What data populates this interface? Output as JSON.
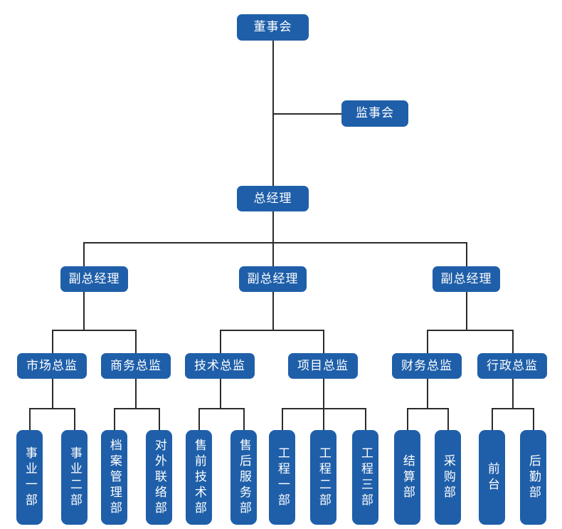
{
  "chart": {
    "type": "org-chart",
    "title": "",
    "accent_color": "#1f5fa9",
    "line_color": "#2b2b2b",
    "background_color": "#ffffff",
    "orientation": "top-down"
  },
  "nodes": {
    "board": {
      "label": "董事会",
      "level": 0
    },
    "supervisors": {
      "label": "监事会",
      "level": 1
    },
    "gm": {
      "label": "总经理",
      "level": 2
    },
    "dgm1": {
      "label": "副总经理",
      "level": 3
    },
    "dgm2": {
      "label": "副总经理",
      "level": 3
    },
    "dgm3": {
      "label": "副总经理",
      "level": 3
    },
    "dir_market": {
      "label": "市场总监",
      "level": 4
    },
    "dir_business": {
      "label": "商务总监",
      "level": 4
    },
    "dir_tech": {
      "label": "技术总监",
      "level": 4
    },
    "dir_project": {
      "label": "项目总监",
      "level": 4
    },
    "dir_finance": {
      "label": "财务总监",
      "level": 4
    },
    "dir_admin": {
      "label": "行政总监",
      "level": 4
    },
    "dept_biz1": {
      "label": "事业一部",
      "level": 5
    },
    "dept_biz2": {
      "label": "事业二部",
      "level": 5
    },
    "dept_archive": {
      "label": "档案管理部",
      "level": 5
    },
    "dept_liaison": {
      "label": "对外联络部",
      "level": 5
    },
    "dept_presales": {
      "label": "售前技术部",
      "level": 5
    },
    "dept_aftersales": {
      "label": "售后服务部",
      "level": 5
    },
    "dept_eng1": {
      "label": "工程一部",
      "level": 5
    },
    "dept_eng2": {
      "label": "工程二部",
      "level": 5
    },
    "dept_eng3": {
      "label": "工程三部",
      "level": 5
    },
    "dept_settlement": {
      "label": "结算部",
      "level": 5
    },
    "dept_purchase": {
      "label": "采购部",
      "level": 5
    },
    "dept_frontdesk": {
      "label": "前台",
      "level": 5
    },
    "dept_logistics": {
      "label": "后勤部",
      "level": 5
    }
  },
  "edges": [
    {
      "from": "board",
      "to": "supervisors"
    },
    {
      "from": "board",
      "to": "gm"
    },
    {
      "from": "gm",
      "to": "dgm1"
    },
    {
      "from": "gm",
      "to": "dgm2"
    },
    {
      "from": "gm",
      "to": "dgm3"
    },
    {
      "from": "dgm1",
      "to": "dir_market"
    },
    {
      "from": "dgm1",
      "to": "dir_business"
    },
    {
      "from": "dgm2",
      "to": "dir_tech"
    },
    {
      "from": "dgm2",
      "to": "dir_project"
    },
    {
      "from": "dgm3",
      "to": "dir_finance"
    },
    {
      "from": "dgm3",
      "to": "dir_admin"
    },
    {
      "from": "dir_market",
      "to": "dept_biz1"
    },
    {
      "from": "dir_market",
      "to": "dept_biz2"
    },
    {
      "from": "dir_business",
      "to": "dept_archive"
    },
    {
      "from": "dir_business",
      "to": "dept_liaison"
    },
    {
      "from": "dir_tech",
      "to": "dept_presales"
    },
    {
      "from": "dir_tech",
      "to": "dept_aftersales"
    },
    {
      "from": "dir_project",
      "to": "dept_eng1"
    },
    {
      "from": "dir_project",
      "to": "dept_eng2"
    },
    {
      "from": "dir_project",
      "to": "dept_eng3"
    },
    {
      "from": "dir_finance",
      "to": "dept_settlement"
    },
    {
      "from": "dir_finance",
      "to": "dept_purchase"
    },
    {
      "from": "dir_admin",
      "to": "dept_frontdesk"
    },
    {
      "from": "dir_admin",
      "to": "dept_logistics"
    }
  ]
}
